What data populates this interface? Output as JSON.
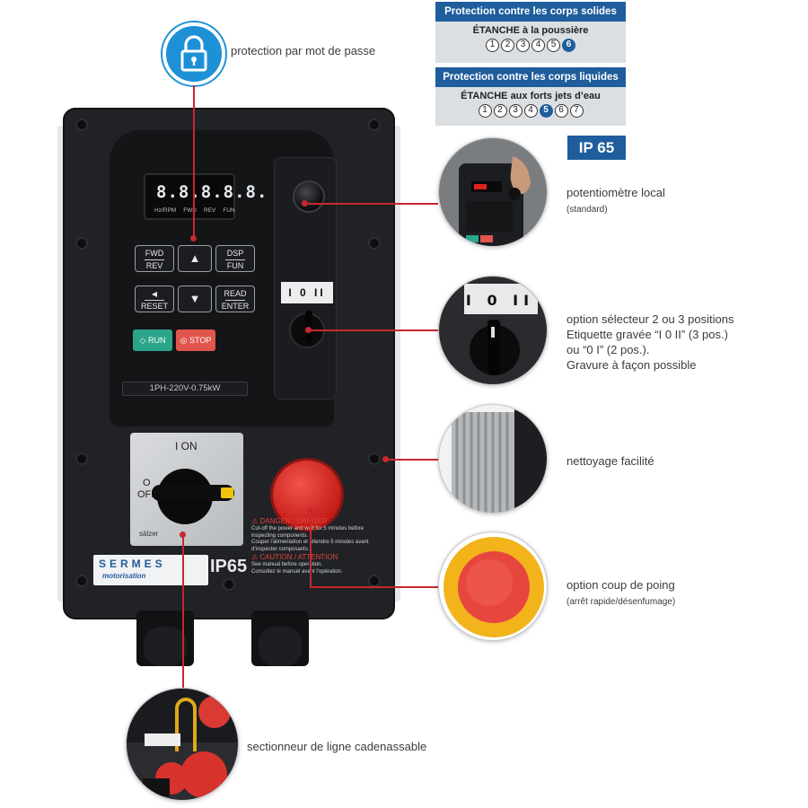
{
  "ip_solids": {
    "header": "Protection contre les corps solides",
    "title": "ÉTANCHE à la poussière",
    "digits": [
      "1",
      "2",
      "3",
      "4",
      "5",
      "6"
    ],
    "active": "6"
  },
  "ip_liquids": {
    "header": "Protection contre les corps liquides",
    "title": "ÉTANCHE aux forts jets d’eau",
    "digits": [
      "1",
      "2",
      "3",
      "4",
      "5",
      "6",
      "7"
    ],
    "active": "5"
  },
  "ip_badge": "IP 65",
  "device": {
    "display": "8.8.8.8.8.",
    "display_labels": [
      "Hz/RPM",
      "FWD",
      "REV",
      "FUN"
    ],
    "key_fwd_top": "FWD",
    "key_fwd_bottom": "REV",
    "key_dsp_top": "DSP",
    "key_dsp_bottom": "FUN",
    "key_reset": "RESET",
    "key_read_top": "READ",
    "key_read_bottom": "ENTER",
    "key_up": "▲",
    "key_down": "▼",
    "key_back": "◀",
    "run": "RUN",
    "stop": "STOP",
    "rating": "1PH-220V-0.75kW",
    "selector_label": "I 0 II",
    "isolator_on": "I ON",
    "isolator_off_o": "O",
    "isolator_off": "OFF",
    "isolator_brand": "sälzer",
    "warn_1": "DANGER / DANGER",
    "warn_2": "Cut-off the power and wait for 5 minutes before inspecting components.",
    "warn_3": "Couper l'alimentation et attendre 5 minutes avant d'inspecter composants.",
    "warn_4": "CAUTION / ATTENTION",
    "warn_5": "See manual before operation.",
    "warn_6": "Consultez le manuel avant l'opération.",
    "brand_name": "SERMES",
    "brand_sub": "motorisation",
    "brand_ip": "IP65"
  },
  "callouts": {
    "password": "protection par mot de passe",
    "pot_title": "potentiomètre local",
    "pot_sub": "(standard)",
    "selector_1": "option sélecteur 2 ou 3 positions",
    "selector_2": "Etiquette gravée “I 0 II” (3 pos.)",
    "selector_3": "ou “0 I” (2 pos.).",
    "selector_4": "Gravure à façon possible",
    "cleaning": "nettoyage facilité",
    "estop_title": "option coup de poing",
    "estop_sub": "(arrêt rapide/désenfumage)",
    "lockout": "sectionneur de ligne cadenassable"
  },
  "colors": {
    "blue": "#1f5d9c",
    "lock_blue": "#1e90d6",
    "red_line": "#c8272e",
    "housing": "#202225"
  }
}
